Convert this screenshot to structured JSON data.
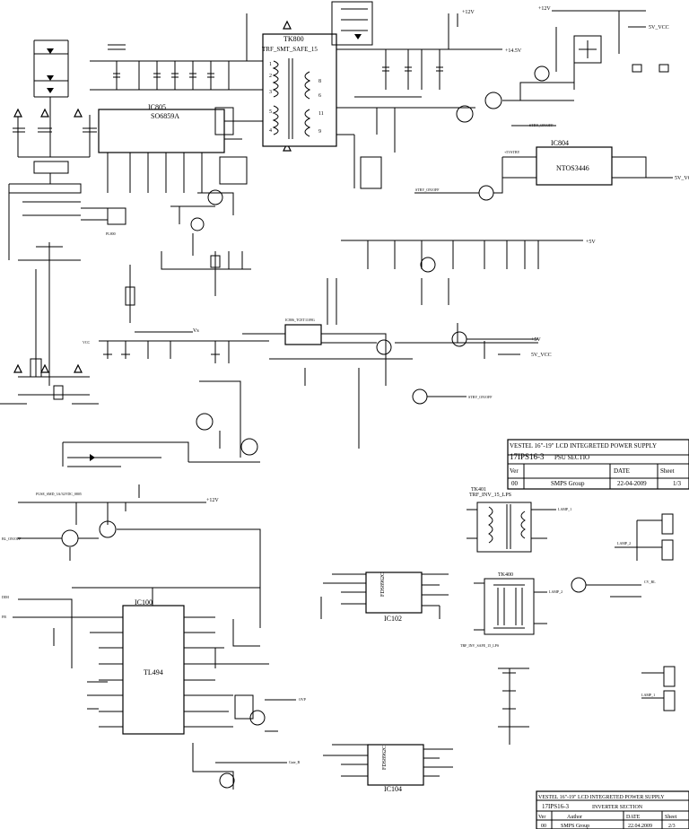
{
  "components": {
    "tk800": "TK800",
    "tk800_name": "TRF_SMT_SAFE_15",
    "ic805": "IC805",
    "so6859a": "SO6859A",
    "ic804": "IC804",
    "ntos3446": "NTOS3446",
    "pl800": "PL800",
    "ic806": "IC806_TCET1109G",
    "tl494": "TL494",
    "ic100": "IC100",
    "ic102": "IC102",
    "ic104": "IC104",
    "fds_a": "FDS8962C",
    "fds_b": "FDS8962C",
    "tk400": "TK400",
    "tk401": "TK401",
    "tk401_name": "TRF_INV_15_LPS",
    "tk400_name": "TRF_INV_SAFE_15_LPS",
    "fuse_label": "FUSE_SMD_3A/32VDC_0805"
  },
  "nets": {
    "plus12v": "+12V",
    "plus5v": "+5V",
    "plus14v": "+14.5V",
    "vcc": "5V_VCC",
    "vs": "Vs",
    "vcc2": "VCC",
    "stby_on": "STBY_ON/OFF",
    "stby": "+5VSTBY",
    "bl_onoff": "BL_ON/OFF",
    "dim": "DIM",
    "fb": "FB",
    "ovp": "OVP",
    "lamp1": "LAMP_1",
    "lamp2": "LAMP_2",
    "cv_bl": "CV_BL"
  },
  "title_block_1": {
    "line1": "VESTEL 16\"-19\" LCD INTEGRETED POWER SUPPLY",
    "part": "17IPS16-3",
    "section": "PSU SECTIO",
    "ver_label": "Ver",
    "ver": "00",
    "author": "SMPS Group",
    "date_label": "DATE",
    "date": "22-04-2009",
    "sheet_label": "Sheet",
    "sheet": "1/3"
  },
  "title_block_2": {
    "line1": "VESTEL 16\"-19\" LCD INTEGRETED POWER SUPPLY",
    "part": "17IPS16-3",
    "section": "INVERTER SECTION",
    "ver_label": "Ver",
    "ver": "00",
    "author_label": "Author",
    "author": "SMPS Group",
    "date_label": "DATE",
    "date": "22.04.2009",
    "sheet_label": "Sheet",
    "sheet": "2/3"
  }
}
